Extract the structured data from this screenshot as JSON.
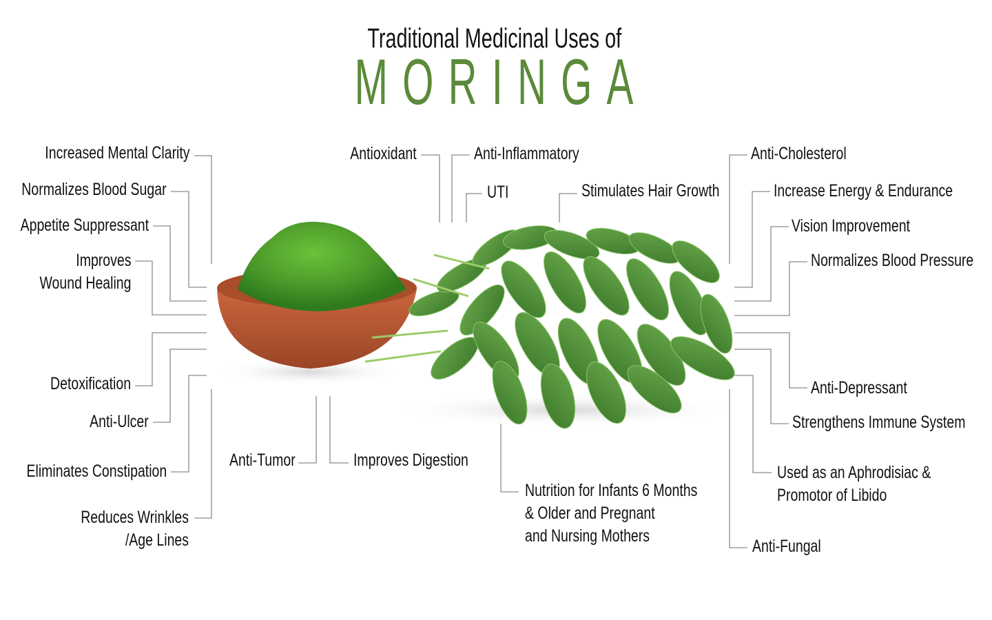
{
  "header": {
    "subtitle": "Traditional Medicinal Uses of",
    "title": "MORINGA",
    "title_color": "#5b8a3a"
  },
  "image": {
    "description": "bowl of moringa paste beside pile of fresh moringa leaves",
    "bowl_color": "#b85a35",
    "paste_color": "#4c9a2a",
    "leaf_color": "#4a8a36"
  },
  "labels": {
    "left": [
      {
        "text": "Increased Mental Clarity"
      },
      {
        "text": "Normalizes Blood Sugar"
      },
      {
        "text": "Appetite Suppressant"
      },
      {
        "line1": "Improves",
        "line2": "Wound Healing"
      },
      {
        "text": "Detoxification"
      },
      {
        "text": "Anti-Ulcer"
      },
      {
        "text": "Eliminates Constipation"
      },
      {
        "line1": "Reduces Wrinkles",
        "line2": "/Age Lines"
      }
    ],
    "top": [
      {
        "text": "Antioxidant"
      },
      {
        "text": "Anti-Inflammatory"
      },
      {
        "text": "UTI"
      },
      {
        "text": "Stimulates Hair Growth"
      }
    ],
    "right": [
      {
        "text": "Anti-Cholesterol"
      },
      {
        "text": "Increase Energy & Endurance"
      },
      {
        "text": "Vision Improvement"
      },
      {
        "text": "Normalizes Blood Pressure"
      },
      {
        "text": "Anti-Depressant"
      },
      {
        "text": "Strengthens Immune System"
      },
      {
        "line1": "Used as an Aphrodisiac &",
        "line2": "Promotor of Libido"
      },
      {
        "text": "Anti-Fungal"
      }
    ],
    "bottom": [
      {
        "text": "Anti-Tumor"
      },
      {
        "text": "Improves Digestion"
      },
      {
        "line1": "Nutrition for Infants 6 Months",
        "line2": "& Older and Pregnant",
        "line3": "and Nursing Mothers"
      }
    ]
  },
  "line_color": "#8a8a8a"
}
